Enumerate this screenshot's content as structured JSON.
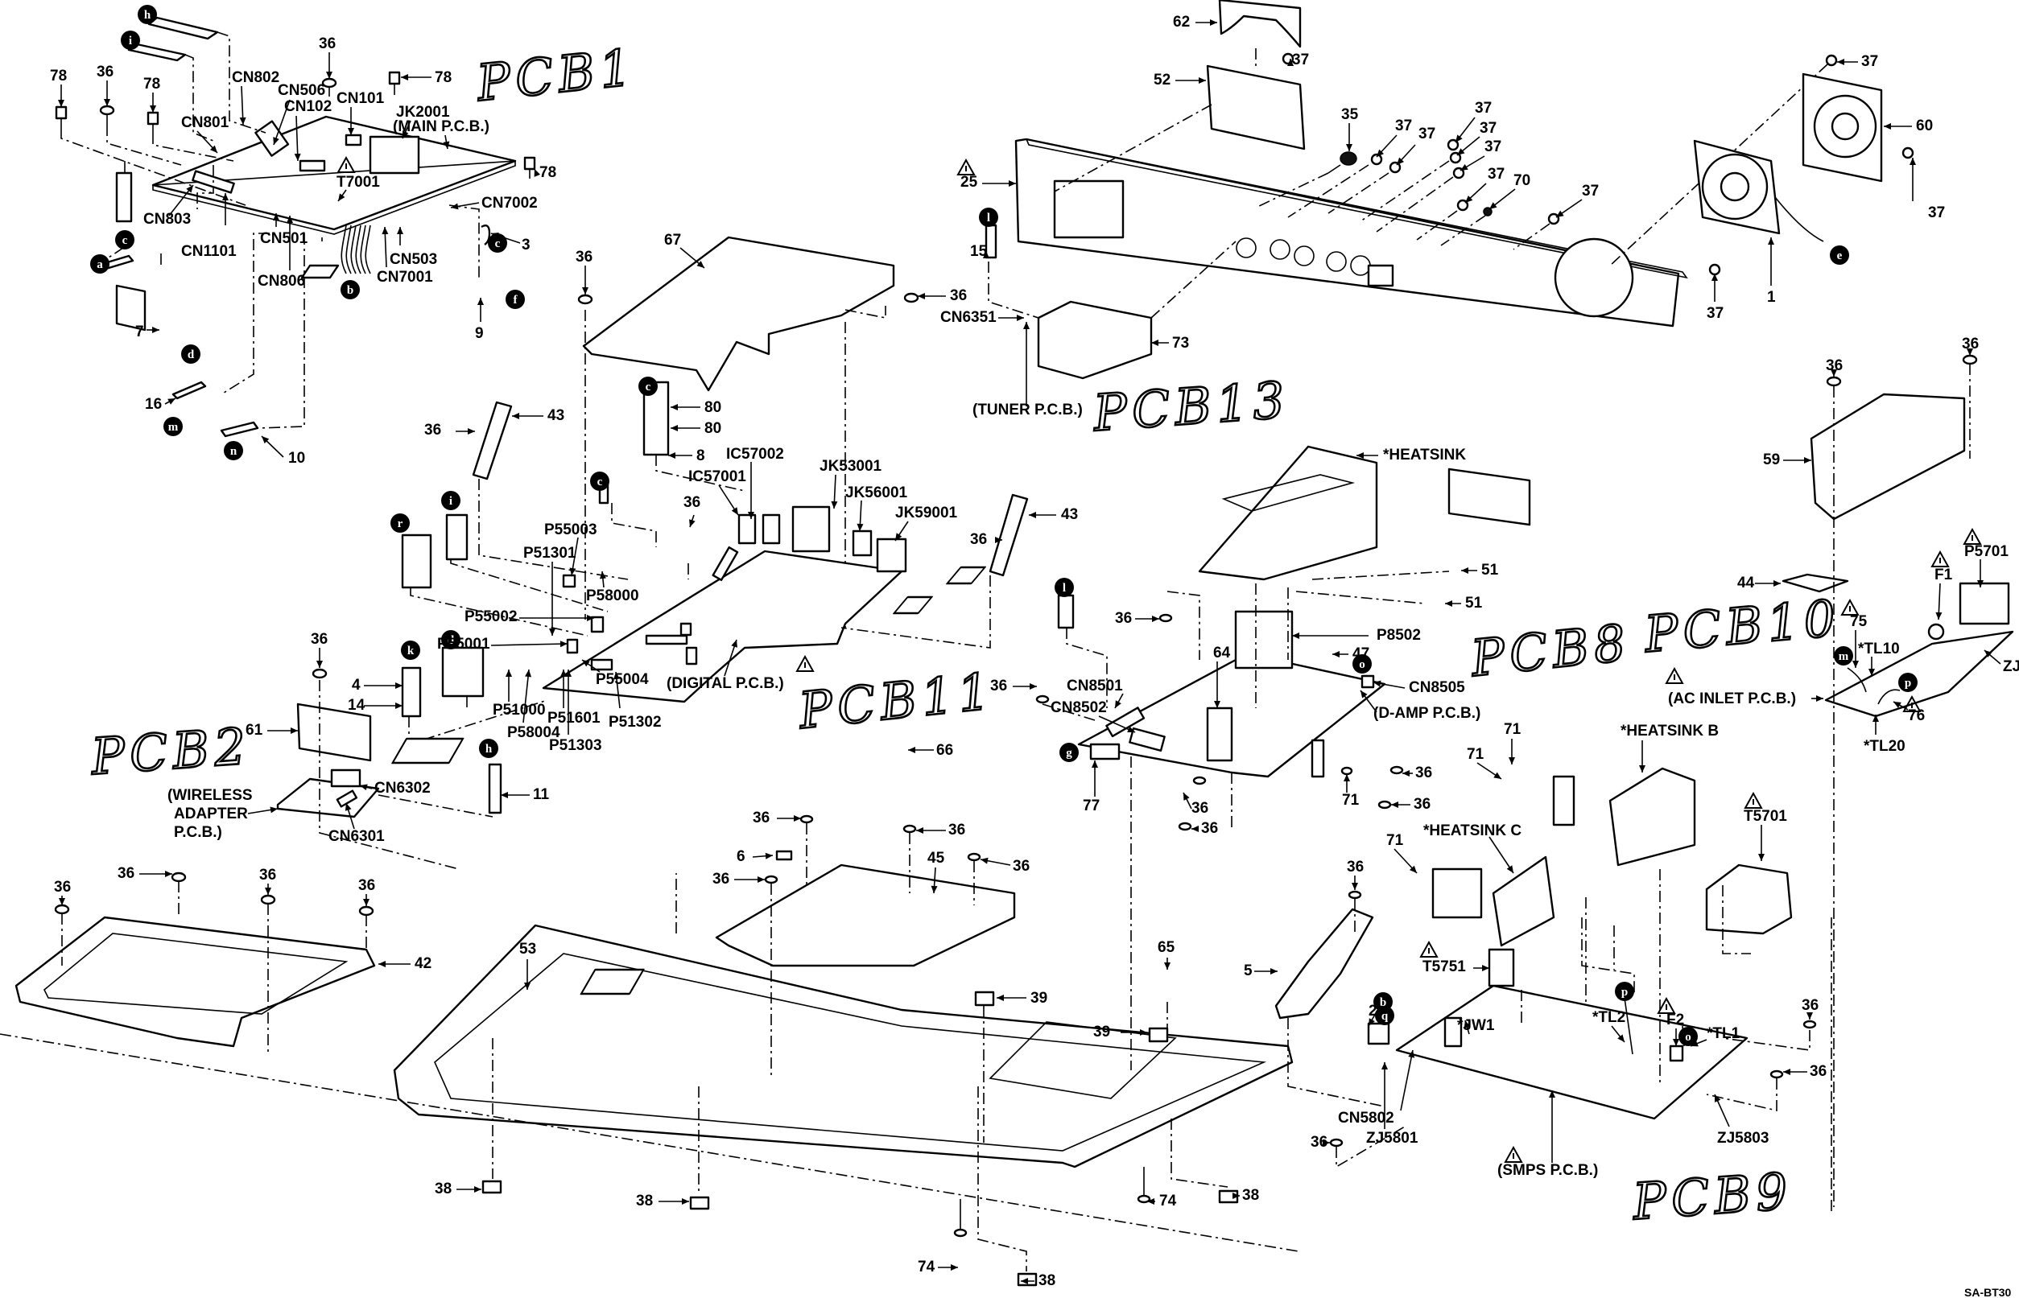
{
  "document": {
    "type": "exploded-view service diagram",
    "reference_code": "SA-BT30"
  },
  "handwritten_annotations": [
    {
      "id": "pcb1",
      "text": "PCB1"
    },
    {
      "id": "pcb2",
      "text": "PCB2"
    },
    {
      "id": "pcb8",
      "text": "PCB8"
    },
    {
      "id": "pcb9",
      "text": "PCB9"
    },
    {
      "id": "pcb10",
      "text": "PCB10"
    },
    {
      "id": "pcb11",
      "text": "PCB11"
    },
    {
      "id": "pcb13",
      "text": "PCB13"
    }
  ],
  "boards": {
    "main": "(MAIN P.C.B.)",
    "tuner": "(TUNER P.C.B.)",
    "digital": "(DIGITAL P.C.B.)",
    "wireless_1": "(WIRELESS",
    "wireless_2": "ADAPTER",
    "wireless_3": "P.C.B.)",
    "damp": "(D-AMP P.C.B.)",
    "ac_inlet": "(AC INLET P.C.B.)",
    "smps": "(SMPS P.C.B.)"
  },
  "components": {
    "heatsink": "*HEATSINK",
    "heatsink_b": "*HEATSINK B",
    "heatsink_c": "*HEATSINK C"
  },
  "main_pcb_labels": [
    "CN802",
    "CN506",
    "CN102",
    "CN101",
    "JK2001",
    "CN801",
    "T7001",
    "CN7002",
    "CN803",
    "CN1101",
    "CN501",
    "CN806",
    "CN503",
    "CN7001"
  ],
  "digital_pcb_labels": [
    "IC57002",
    "IC57001",
    "JK53001",
    "JK56001",
    "JK59001",
    "P55003",
    "P51301",
    "P58000",
    "P55002",
    "P55001",
    "P55004",
    "P51000",
    "P51601",
    "P51302",
    "P58004",
    "P51303"
  ],
  "damp_pcb_labels": [
    "P8502",
    "CN8505",
    "CN8501",
    "CN8502"
  ],
  "wireless_labels": [
    "CN6302",
    "CN6301"
  ],
  "tuner_labels": [
    "CN6351"
  ],
  "ac_inlet_labels": [
    "P5701",
    "F1",
    "*TL10",
    "ZJ",
    "*TL20"
  ],
  "smps_labels": [
    "T5701",
    "T5751",
    "*JW1",
    "*TL2",
    "F2",
    "*TL1",
    "CN5802",
    "ZJ5801",
    "ZJ5803"
  ],
  "part_numbers": [
    "1",
    "2",
    "3",
    "4",
    "5",
    "6",
    "7",
    "8",
    "9",
    "10",
    "11",
    "14",
    "15",
    "16",
    "25",
    "35",
    "36",
    "37",
    "38",
    "39",
    "42",
    "43",
    "44",
    "45",
    "47",
    "51",
    "52",
    "53",
    "59",
    "60",
    "61",
    "62",
    "64",
    "65",
    "66",
    "67",
    "70",
    "71",
    "73",
    "74",
    "75",
    "76",
    "77",
    "78",
    "80"
  ],
  "connection_markers": [
    "a",
    "b",
    "c",
    "d",
    "e",
    "f",
    "g",
    "h",
    "i",
    "j",
    "k",
    "l",
    "m",
    "n",
    "o",
    "p",
    "q",
    "r"
  ]
}
